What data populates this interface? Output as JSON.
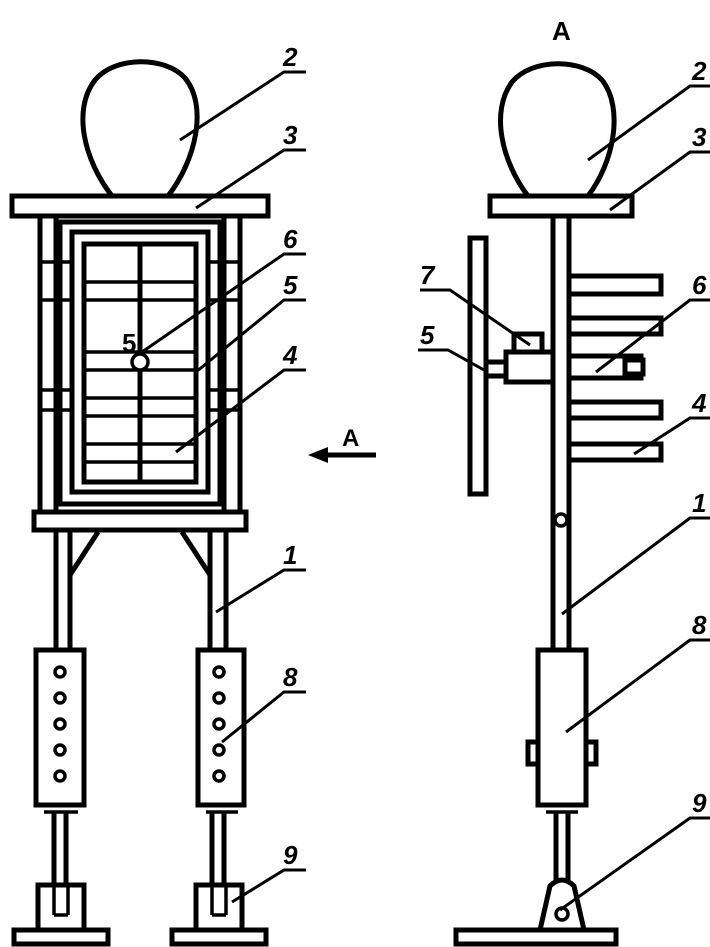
{
  "view_letter": "A",
  "arrow_label": "A",
  "left_view": {
    "plate_code": "5",
    "labels": {
      "head": "2",
      "shoulder_bar": "3",
      "part_6": "6",
      "part_5": "5",
      "part_4": "4",
      "leg": "1",
      "leg_sleeve": "8",
      "foot": "9"
    }
  },
  "side_view": {
    "labels": {
      "head": "2",
      "shoulder_bar": "3",
      "part_7": "7",
      "part_5": "5",
      "part_6": "6",
      "part_4": "4",
      "leg": "1",
      "leg_sleeve": "8",
      "foot": "9"
    }
  }
}
